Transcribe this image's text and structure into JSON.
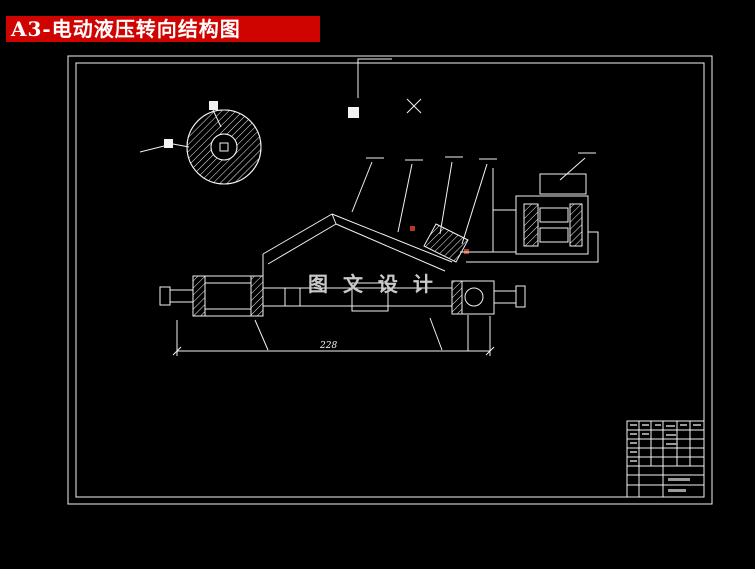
{
  "banner": {
    "title": "A3-电动液压转向结构图"
  },
  "watermark": {
    "text": "图 文 设 计"
  },
  "drawing": {
    "dimension_label": "228"
  },
  "colors": {
    "background": "#000000",
    "banner_bg": "#cf0400",
    "banner_text": "#ffffff",
    "line": "#f2f2f2",
    "watermark": "#c9c9c9",
    "grip": "#b5382a"
  }
}
